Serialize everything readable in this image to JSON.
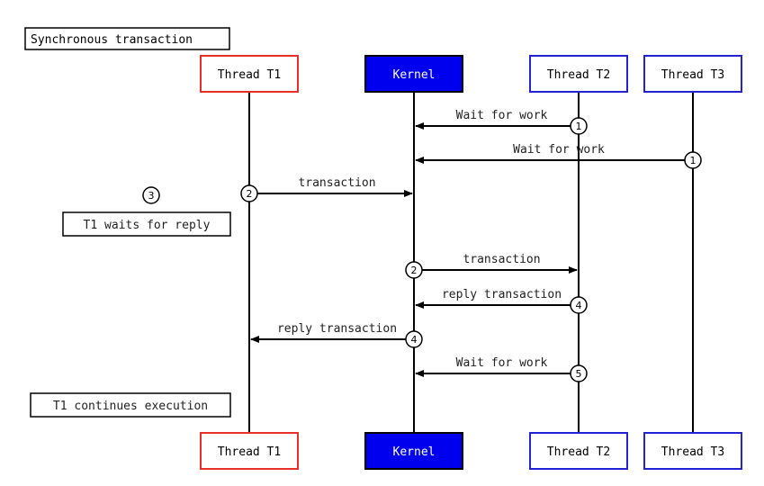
{
  "title": "Synchronous transaction",
  "participants": [
    {
      "id": "t1",
      "label": "Thread T1",
      "border": "#e8302a",
      "fill": "#ffffff",
      "text": "#000000"
    },
    {
      "id": "kernel",
      "label": "Kernel",
      "border": "#000000",
      "fill": "#0000ee",
      "text": "#ffffff"
    },
    {
      "id": "t2",
      "label": "Thread T2",
      "border": "#2323d6",
      "fill": "#ffffff",
      "text": "#000000"
    },
    {
      "id": "t3",
      "label": "Thread T3",
      "border": "#2323d6",
      "fill": "#ffffff",
      "text": "#000000"
    }
  ],
  "messages": [
    {
      "from": "t2",
      "to": "kernel",
      "label": "Wait for work",
      "step": "1"
    },
    {
      "from": "t3",
      "to": "kernel",
      "label": "Wait for work",
      "step": "1"
    },
    {
      "from": "t1",
      "to": "kernel",
      "label": "transaction",
      "step": "2"
    },
    {
      "from": "kernel",
      "to": "t2",
      "label": "transaction",
      "step": "2"
    },
    {
      "from": "t2",
      "to": "kernel",
      "label": "reply transaction",
      "step": "4"
    },
    {
      "from": "kernel",
      "to": "t1",
      "label": "reply transaction",
      "step": "4"
    },
    {
      "from": "t2",
      "to": "kernel",
      "label": "Wait for work",
      "step": "5"
    }
  ],
  "notes": [
    {
      "label": "T1 waits for reply",
      "step": "3"
    },
    {
      "label": "T1 continues execution"
    }
  ],
  "colors": {
    "line": "#000000",
    "text": "#222222"
  }
}
